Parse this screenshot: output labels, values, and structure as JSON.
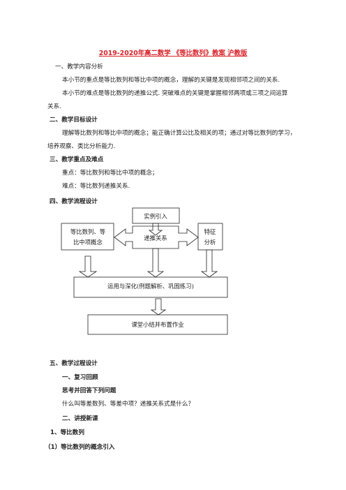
{
  "doc": {
    "title": "2019-2020年高二数学 《等比数列》教案 沪教版",
    "s1_heading": "一、教学内容分析",
    "s1_p1": "本小节的重点是等比数列和等比中项的概念，理解的关键是发现相邻项之间的关系.",
    "s1_p2_line1": "本小节的难点是等比数列的递推公式.  突破难点的关键是掌握相邻两项或三项之间运算",
    "s1_p2_line2": "关系.",
    "s2_heading": "二、教学目标设计",
    "s2_line1": "理解等比数列和等比中项的概念；能正确计算公比及相关的项；通过对等比数列的学习，",
    "s2_line2": "培养观察、类比分析能力.",
    "s3_heading": "三、教学重点及难点",
    "s3_key": "重点：等比数列和等比中项的概念；",
    "s3_diff": "难点：等比数列递推关系.",
    "s4_heading": "四、教学流程设计",
    "flow": {
      "box_intro": "实例引入",
      "box_concept_l1": "等比数列、等",
      "box_concept_l2": "比中项概念",
      "box_recur": "递推关系",
      "box_feat_l1": "特征",
      "box_feat_l2": "分析",
      "box_apply": "运用与深化(例题解析、巩固练习)",
      "box_summary": "课堂小结并布置作业"
    },
    "s5_heading": "五、教学过程设计",
    "s5_sub1": "一、复习回顾",
    "s5_think": "思考并回答下列问题",
    "s5_question": "什么叫等差数列、等差中项？递推关系式是什么？",
    "s5_sub2": "二、讲授新课",
    "s5_item1": "1、等比数列",
    "s5_item1a": "（1）等比数列的概念引入"
  }
}
